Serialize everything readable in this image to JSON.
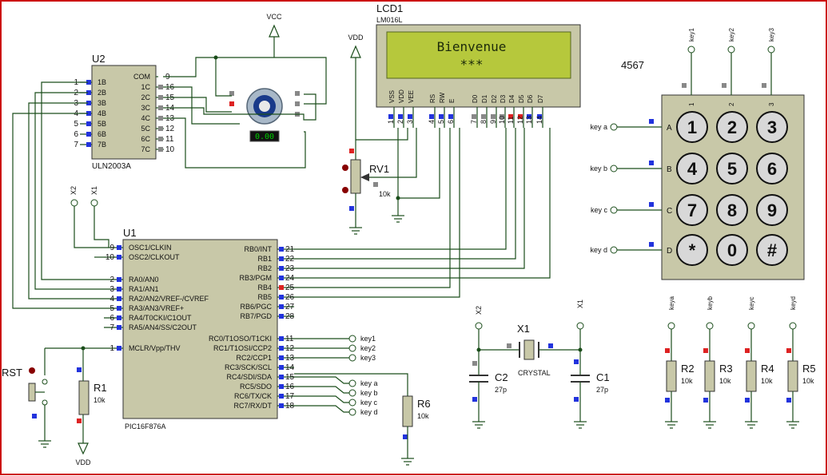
{
  "colors": {
    "wire": "#1a4d1a",
    "chip_fill": "#c8c8a8",
    "frame": "#cc1111",
    "lcd_screen": "#b6c83c",
    "lcd_text": "#1c2a0a",
    "pin_blue": "#2233dd",
    "pin_red": "#dd2222",
    "pin_gray": "#888888",
    "key_fill": "#d8d8d8",
    "readout": "#00cc00"
  },
  "lcd": {
    "ref": "LCD1",
    "model": "LM016L",
    "line1": "Bienvenue",
    "line2": "***",
    "pins": [
      {
        "num": "1",
        "name": "VSS"
      },
      {
        "num": "2",
        "name": "VDD"
      },
      {
        "num": "3",
        "name": "VEE"
      },
      {
        "num": "4",
        "name": "RS"
      },
      {
        "num": "5",
        "name": "RW"
      },
      {
        "num": "6",
        "name": "E"
      },
      {
        "num": "7",
        "name": "D0"
      },
      {
        "num": "8",
        "name": "D1"
      },
      {
        "num": "9",
        "name": "D2"
      },
      {
        "num": "10",
        "name": "D3"
      },
      {
        "num": "11",
        "name": "D4"
      },
      {
        "num": "12",
        "name": "D5"
      },
      {
        "num": "13",
        "name": "D6"
      },
      {
        "num": "14",
        "name": "D7"
      }
    ]
  },
  "u2": {
    "ref": "U2",
    "part": "ULN2003A",
    "left_pins": [
      {
        "num": "1",
        "name": "1B"
      },
      {
        "num": "2",
        "name": "2B"
      },
      {
        "num": "3",
        "name": "3B"
      },
      {
        "num": "4",
        "name": "4B"
      },
      {
        "num": "5",
        "name": "5B"
      },
      {
        "num": "6",
        "name": "6B"
      },
      {
        "num": "7",
        "name": "7B"
      }
    ],
    "right_pins": [
      {
        "num": "9",
        "name": "COM"
      },
      {
        "num": "16",
        "name": "1C"
      },
      {
        "num": "15",
        "name": "2C"
      },
      {
        "num": "14",
        "name": "3C"
      },
      {
        "num": "13",
        "name": "4C"
      },
      {
        "num": "12",
        "name": "5C"
      },
      {
        "num": "11",
        "name": "6C"
      },
      {
        "num": "10",
        "name": "7C"
      }
    ]
  },
  "u1": {
    "ref": "U1",
    "part": "PIC16F876A",
    "left_pins": [
      {
        "num": "9",
        "name": "OSC1/CLKIN"
      },
      {
        "num": "10",
        "name": "OSC2/CLKOUT"
      },
      {
        "num": "1",
        "name": "MCLR/Vpp/THV"
      },
      {
        "num": "2",
        "name": "RA0/AN0"
      },
      {
        "num": "3",
        "name": "RA1/AN1"
      },
      {
        "num": "4",
        "name": "RA2/AN2/VREF-/CVREF"
      },
      {
        "num": "5",
        "name": "RA3/AN3/VREF+"
      },
      {
        "num": "6",
        "name": "RA4/T0CKI/C1OUT"
      },
      {
        "num": "7",
        "name": "RA5/AN4/SS/C2OUT"
      }
    ],
    "right_pins": [
      {
        "num": "21",
        "name": "RB0/INT"
      },
      {
        "num": "22",
        "name": "RB1"
      },
      {
        "num": "23",
        "name": "RB2"
      },
      {
        "num": "24",
        "name": "RB3/PGM"
      },
      {
        "num": "25",
        "name": "RB4"
      },
      {
        "num": "26",
        "name": "RB5"
      },
      {
        "num": "27",
        "name": "RB6/PGC"
      },
      {
        "num": "28",
        "name": "RB7/PGD"
      },
      {
        "num": "11",
        "name": "RC0/T1OSO/T1CKI"
      },
      {
        "num": "12",
        "name": "RC1/T1OSI/CCP2"
      },
      {
        "num": "13",
        "name": "RC2/CCP1"
      },
      {
        "num": "14",
        "name": "RC3/SCK/SCL"
      },
      {
        "num": "15",
        "name": "RC4/SDI/SDA"
      },
      {
        "num": "16",
        "name": "RC5/SDO"
      },
      {
        "num": "17",
        "name": "RC6/TX/CK"
      },
      {
        "num": "18",
        "name": "RC7/RX/DT"
      }
    ],
    "rc_terminals": [
      "key1",
      "key2",
      "key3",
      "key a",
      "key b",
      "key c",
      "key d"
    ]
  },
  "motor": {
    "readout": "0.00"
  },
  "power": {
    "vcc": "VCC",
    "vdd_top": "VDD",
    "vdd_bottom": "VDD"
  },
  "rv1": {
    "ref": "RV1",
    "value": "10k"
  },
  "osc_terminals": {
    "x2": "X2",
    "x1": "X1"
  },
  "reset": {
    "ref": "RST",
    "r1_ref": "R1",
    "r1_value": "10k"
  },
  "r6": {
    "ref": "R6",
    "value": "10k"
  },
  "crystal": {
    "x2": "X2",
    "x1": "X1",
    "ref": "X1",
    "type": "CRYSTAL",
    "c2_ref": "C2",
    "c2_value": "27p",
    "c1_ref": "C1",
    "c1_value": "27p"
  },
  "keypad": {
    "display": "4567",
    "col_terminals": [
      "key1",
      "key2",
      "key3"
    ],
    "col_pins": [
      "1",
      "2",
      "3"
    ],
    "row_terminals": [
      "key a",
      "key b",
      "key c",
      "key d"
    ],
    "row_letters": [
      "A",
      "B",
      "C",
      "D"
    ],
    "keys": [
      "1",
      "2",
      "3",
      "4",
      "5",
      "6",
      "7",
      "8",
      "9",
      "*",
      "0",
      "#"
    ]
  },
  "pulldowns": [
    {
      "terminal": "keya",
      "ref": "R2",
      "value": "10k"
    },
    {
      "terminal": "keyb",
      "ref": "R3",
      "value": "10k"
    },
    {
      "terminal": "keyc",
      "ref": "R4",
      "value": "10k"
    },
    {
      "terminal": "keyd",
      "ref": "R5",
      "value": "10k"
    }
  ]
}
